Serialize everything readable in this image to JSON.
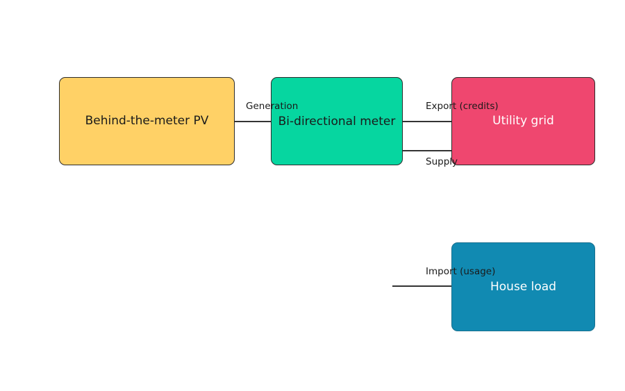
{
  "diagram": {
    "type": "flow-diagram",
    "background_color": "#ffffff",
    "nodes": [
      {
        "id": "pv",
        "label": "Behind-the-meter PV",
        "fill": "#FFD166",
        "text_color": "#1a1a1a",
        "stroke": "#2b2b2b"
      },
      {
        "id": "meter",
        "label": "Bi-directional meter",
        "fill": "#06D6A0",
        "text_color": "#1a1a1a",
        "stroke": "#2b2b2b"
      },
      {
        "id": "grid",
        "label": "Utility grid",
        "fill": "#EF476F",
        "text_color": "#ffffff",
        "stroke": "#2b2b2b"
      },
      {
        "id": "load",
        "label": "House load",
        "fill": "#118AB2",
        "text_color": "#ffffff",
        "stroke": "#176f8e"
      }
    ],
    "edges": [
      {
        "id": "generation",
        "label": "Generation",
        "from": "pv",
        "to": "meter",
        "direction": "right"
      },
      {
        "id": "export",
        "label": "Export (credits)",
        "from": "meter",
        "to": "grid",
        "direction": "right"
      },
      {
        "id": "supply",
        "label": "Supply",
        "from": "grid",
        "to": "meter",
        "direction": "left"
      },
      {
        "id": "import",
        "label": "Import (usage)",
        "from": "meter",
        "to": "load",
        "direction": "right"
      }
    ]
  }
}
